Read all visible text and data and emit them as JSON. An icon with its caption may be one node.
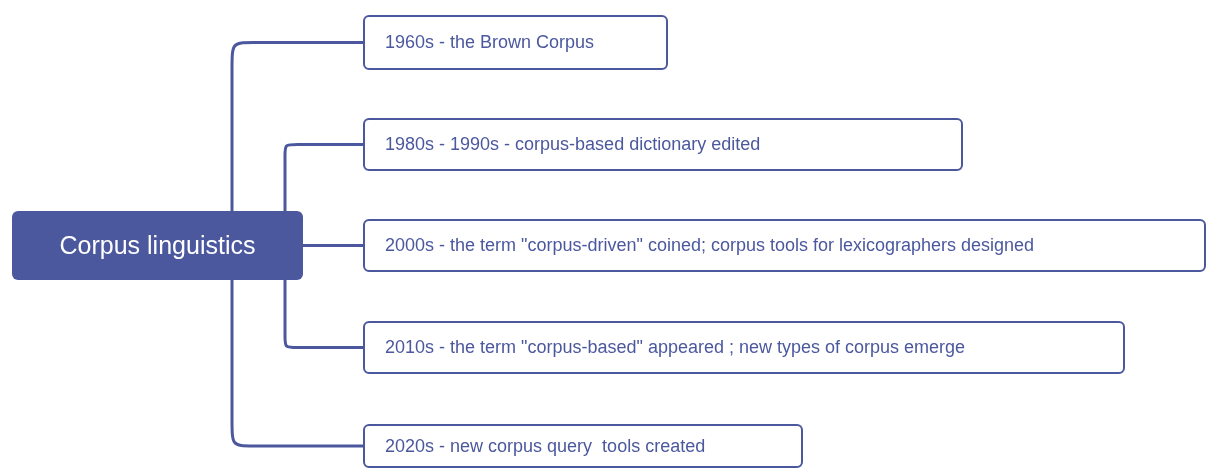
{
  "diagram": {
    "nodes": [
      {
        "text": [
          "Corpus linguistics"
        ]
      },
      {
        "text": [
          "1960s - the Brown Corpus"
        ]
      },
      {
        "text": [
          "1980s - 1990s - corpus-based dictionary edited"
        ]
      },
      {
        "text": [
          "2000s - the term \"corpus-driven\" coined; corpus tools for lexicographers designed"
        ]
      },
      {
        "text": [
          "2010s - the term \"corpus-based\" appeared ; new types of corpus emerge"
        ]
      },
      {
        "text": [
          "2020s - new corpus query  tools created"
        ]
      }
    ],
    "edges": [
      {
        "from": 0,
        "to": 1,
        "arrow": "none"
      },
      {
        "from": 0,
        "to": 2,
        "arrow": "none"
      },
      {
        "from": 0,
        "to": 3,
        "arrow": "none"
      },
      {
        "from": 0,
        "to": 4,
        "arrow": "none"
      },
      {
        "from": 0,
        "to": 5,
        "arrow": "none"
      }
    ]
  }
}
